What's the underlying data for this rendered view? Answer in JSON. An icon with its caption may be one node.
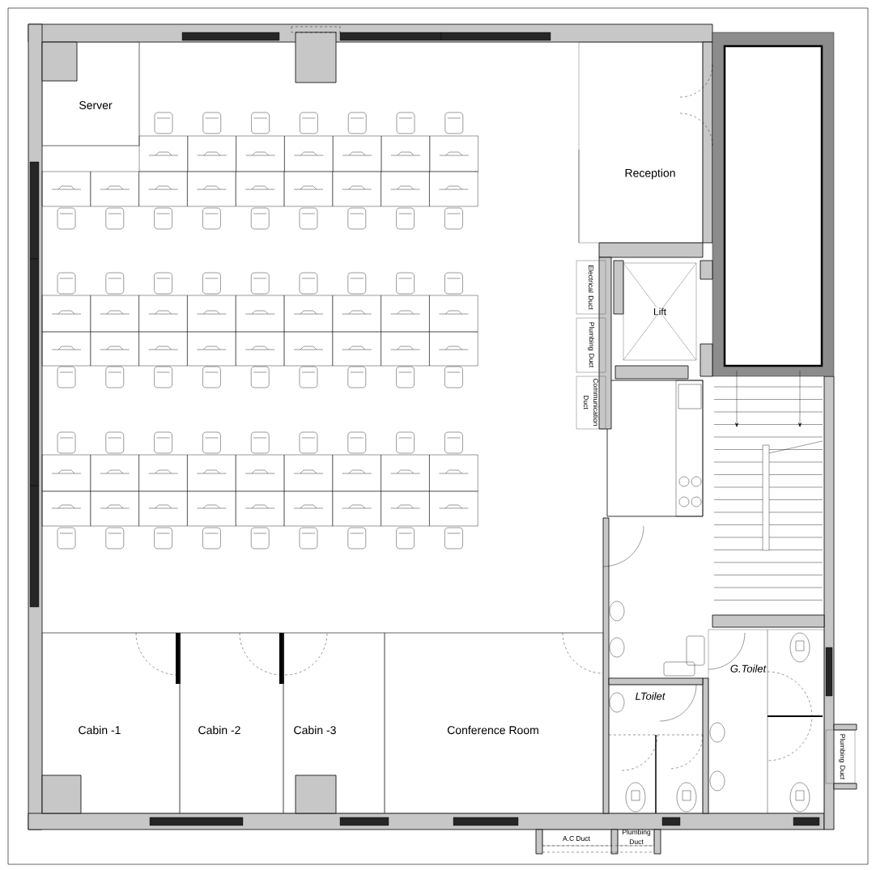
{
  "diagram": {
    "nodes": [
      {
        "text": [
          "Server"
        ]
      },
      {
        "text": [
          "Reception"
        ]
      },
      {
        "text": [
          "Electrical Duct"
        ]
      },
      {
        "text": [
          "Plumbing Duct"
        ]
      },
      {
        "text": [
          "Communication Duct"
        ]
      },
      {
        "text": [
          "Lift"
        ]
      },
      {
        "text": [
          "Cabin -1"
        ]
      },
      {
        "text": [
          "Cabin -2"
        ]
      },
      {
        "text": [
          "Cabin -3"
        ]
      },
      {
        "text": [
          "Conference Room"
        ]
      },
      {
        "text": [
          "LToilet"
        ]
      },
      {
        "text": [
          "G.Toilet"
        ]
      },
      {
        "text": [
          "Plumbing Duct"
        ]
      },
      {
        "text": [
          "A.C Duct"
        ]
      },
      {
        "text": [
          "Plumbing Duct"
        ]
      }
    ]
  }
}
